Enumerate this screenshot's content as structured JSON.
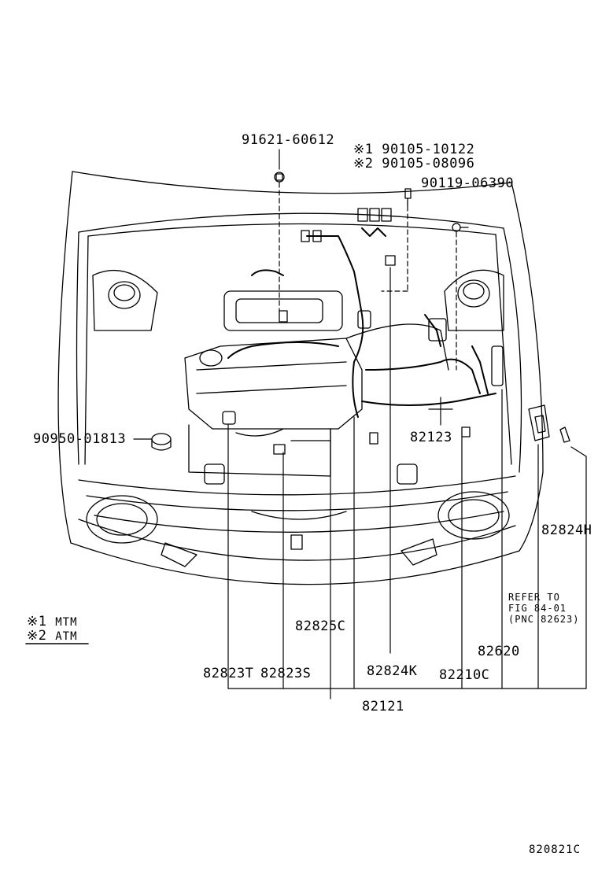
{
  "diagram_code": "820821C",
  "legend": [
    {
      "mark": "※1",
      "text": "MTM"
    },
    {
      "mark": "※2",
      "text": "ATM"
    }
  ],
  "refer_note": {
    "line1": "REFER TO",
    "line2": "FIG 84-01",
    "line3": "(PNC 82623)"
  },
  "callouts": {
    "top_center": "91621-60612",
    "top_right_1": "※1 90105-10122",
    "top_right_2": "※2 90105-08096",
    "top_right_3": "90119-06390",
    "left_grommet": "90950-01813",
    "clip": "82123",
    "right_side": "82824H",
    "mid_1": "82825C",
    "mid_2": "82620",
    "bottom_1": "82823T",
    "bottom_2": "82823S",
    "bottom_3": "82824K",
    "bottom_4": "82210C",
    "assembly": "82121"
  }
}
